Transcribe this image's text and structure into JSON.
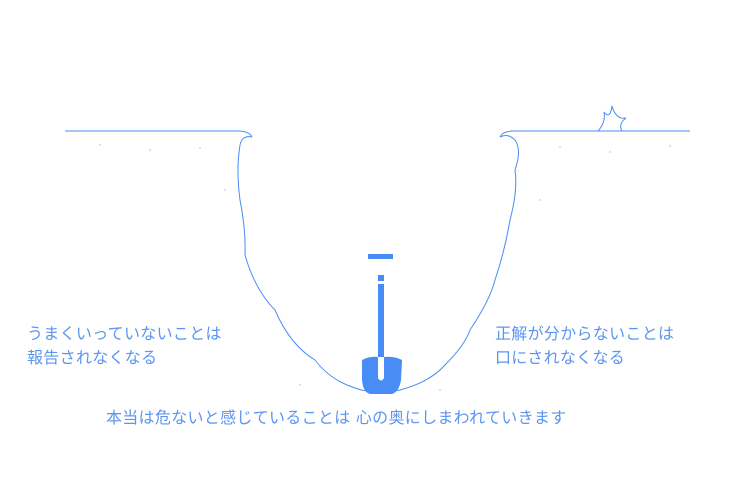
{
  "colors": {
    "accent": "#4a8cf5",
    "text": "#5b95f0"
  },
  "labels": {
    "left_line1": "うまくいっていないことは",
    "left_line2": "報告されなくなる",
    "right_line1": "正解が分からないことは",
    "right_line2": "口にされなくなる",
    "bottom": "本当は危ないと感じていることは 心の奥にしまわれていきます"
  }
}
